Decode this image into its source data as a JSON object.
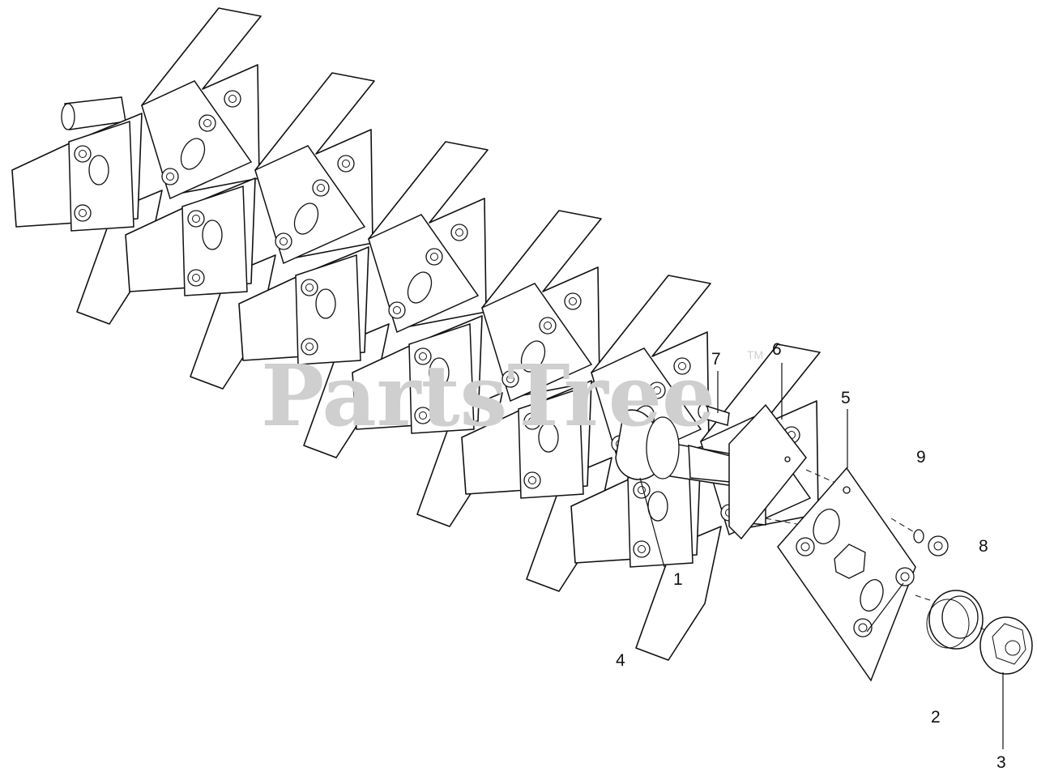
{
  "watermark": {
    "text": "PartsTree",
    "trademark": "TM"
  },
  "callouts": [
    {
      "id": "1",
      "label": "1"
    },
    {
      "id": "2",
      "label": "2"
    },
    {
      "id": "3",
      "label": "3"
    },
    {
      "id": "4",
      "label": "4"
    },
    {
      "id": "5",
      "label": "5"
    },
    {
      "id": "6",
      "label": "6"
    },
    {
      "id": "7",
      "label": "7"
    },
    {
      "id": "8",
      "label": "8"
    },
    {
      "id": "9",
      "label": "9"
    }
  ],
  "colors": {
    "line": "#111111",
    "watermark": "#cfcfcf",
    "background": "#ffffff"
  }
}
